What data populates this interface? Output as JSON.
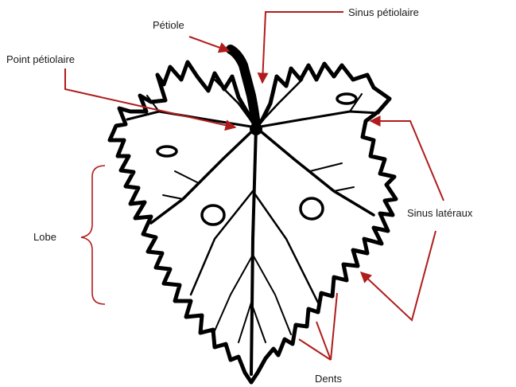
{
  "labels": {
    "petiole": "Pétiole",
    "petiolar_point": "Point pétiolaire",
    "petiolar_sinus": "Sinus pétiolaire",
    "lateral_sinuses": "Sinus latéraux",
    "lobe": "Lobe",
    "teeth": "Dents"
  },
  "colors": {
    "annotation": "#b01c1c",
    "leaf_ink": "#000000",
    "text": "#1a1a1a"
  }
}
